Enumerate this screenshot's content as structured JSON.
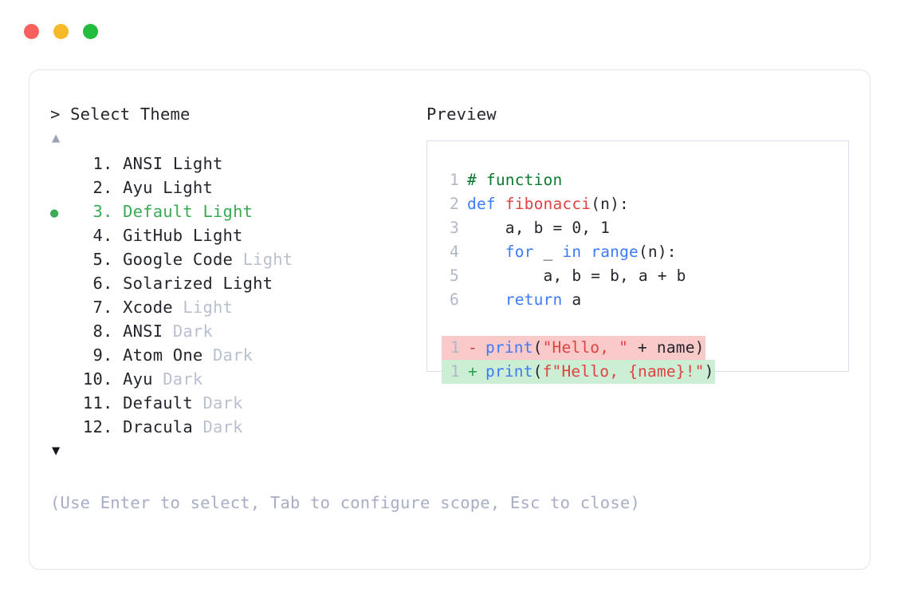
{
  "window": {
    "dots": [
      {
        "name": "close",
        "color": "#f9605b"
      },
      {
        "name": "minimize",
        "color": "#f7b928"
      },
      {
        "name": "maximize",
        "color": "#22bc3e"
      }
    ]
  },
  "selector": {
    "prompt": "> Select Theme",
    "scroll_up_icon": "▲",
    "scroll_down_icon": "▼",
    "bullet_icon": "●",
    "selected_index": 3,
    "items": [
      {
        "num": "1.",
        "name": "ANSI",
        "variant": "Light",
        "variant_dim": false,
        "selected": false
      },
      {
        "num": "2.",
        "name": "Ayu",
        "variant": "Light",
        "variant_dim": false,
        "selected": false
      },
      {
        "num": "3.",
        "name": "Default",
        "variant": "Light",
        "variant_dim": false,
        "selected": true
      },
      {
        "num": "4.",
        "name": "GitHub",
        "variant": "Light",
        "variant_dim": false,
        "selected": false
      },
      {
        "num": "5.",
        "name": "Google Code",
        "variant": "Light",
        "variant_dim": true,
        "selected": false
      },
      {
        "num": "6.",
        "name": "Solarized",
        "variant": "Light",
        "variant_dim": false,
        "selected": false
      },
      {
        "num": "7.",
        "name": "Xcode",
        "variant": "Light",
        "variant_dim": true,
        "selected": false
      },
      {
        "num": "8.",
        "name": "ANSI",
        "variant": "Dark",
        "variant_dim": true,
        "selected": false
      },
      {
        "num": "9.",
        "name": "Atom One",
        "variant": "Dark",
        "variant_dim": true,
        "selected": false
      },
      {
        "num": "10.",
        "name": "Ayu",
        "variant": "Dark",
        "variant_dim": true,
        "selected": false
      },
      {
        "num": "11.",
        "name": "Default",
        "variant": "Dark",
        "variant_dim": true,
        "selected": false
      },
      {
        "num": "12.",
        "name": "Dracula",
        "variant": "Dark",
        "variant_dim": true,
        "selected": false
      }
    ],
    "hint": "(Use Enter to select, Tab to configure scope, Esc to close)"
  },
  "preview": {
    "title": "Preview",
    "language": "python",
    "code_lines": [
      {
        "ln": "1",
        "tokens": [
          {
            "t": "# function",
            "c": "comment"
          }
        ]
      },
      {
        "ln": "2",
        "tokens": [
          {
            "t": "def ",
            "c": "keyword"
          },
          {
            "t": "fibonacci",
            "c": "func"
          },
          {
            "t": "(n):",
            "c": "punct"
          }
        ]
      },
      {
        "ln": "3",
        "tokens": [
          {
            "t": "    a, b = 0, 1",
            "c": "plain"
          }
        ]
      },
      {
        "ln": "4",
        "tokens": [
          {
            "t": "    ",
            "c": "plain"
          },
          {
            "t": "for",
            "c": "keyword"
          },
          {
            "t": " _ ",
            "c": "plain"
          },
          {
            "t": "in ",
            "c": "keyword"
          },
          {
            "t": "range",
            "c": "builtin"
          },
          {
            "t": "(n):",
            "c": "punct"
          }
        ]
      },
      {
        "ln": "5",
        "tokens": [
          {
            "t": "        a, b = b, a + b",
            "c": "plain"
          }
        ]
      },
      {
        "ln": "6",
        "tokens": [
          {
            "t": "    ",
            "c": "plain"
          },
          {
            "t": "return",
            "c": "keyword"
          },
          {
            "t": " a",
            "c": "plain"
          }
        ]
      }
    ],
    "diff_lines": [
      {
        "ln": "1",
        "mark": "-",
        "kind": "del",
        "tokens": [
          {
            "t": "print",
            "c": "builtin"
          },
          {
            "t": "(",
            "c": "punct"
          },
          {
            "t": "\"Hello, \"",
            "c": "string"
          },
          {
            "t": " + name)",
            "c": "plain"
          }
        ]
      },
      {
        "ln": "1",
        "mark": "+",
        "kind": "add",
        "tokens": [
          {
            "t": "print",
            "c": "builtin"
          },
          {
            "t": "(",
            "c": "punct"
          },
          {
            "t": "f\"Hello, {name}!\"",
            "c": "string"
          },
          {
            "t": ")",
            "c": "punct"
          }
        ]
      }
    ]
  },
  "colors": {
    "accent_selected": "#3aaa55",
    "text": "#23262d",
    "dim": "#b9c0cf",
    "hint": "#a7aec4",
    "comment": "#0b7a2f",
    "keyword": "#3d7bfb",
    "function": "#e04242",
    "string": "#e04242",
    "line_number": "#b0b7c6",
    "diff_del_bg": "#fac9c9",
    "diff_add_bg": "#cbeed4",
    "card_border": "#e3e5ea",
    "preview_border": "#dcdfe8"
  }
}
